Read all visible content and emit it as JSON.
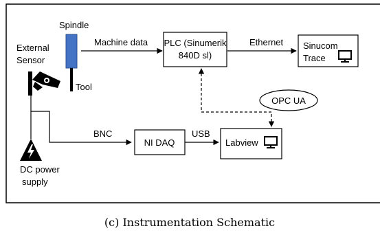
{
  "diagram": {
    "nodes": {
      "spindle": "Spindle",
      "tool": "Tool",
      "external_sensor_line1": "External",
      "external_sensor_line2": "Sensor",
      "plc_line1": "PLC (Sinumerik",
      "plc_line2": "840D sl)",
      "sinucom_line1": "Sinucom",
      "sinucom_line2": "Trace",
      "opc_ua": "OPC UA",
      "ni_daq": "NI DAQ",
      "labview": "Labview",
      "dc_power_line1": "DC power",
      "dc_power_line2": "supply"
    },
    "edges": {
      "machine_data": "Machine data",
      "ethernet": "Ethernet",
      "bnc": "BNC",
      "usb": "USB"
    },
    "colors": {
      "spindle_fill": "#4472c4",
      "line": "#000000"
    },
    "icons": [
      "camera-sensor-icon",
      "monitor-icon",
      "high-voltage-icon"
    ]
  },
  "caption": "(c) Instrumentation Schematic"
}
